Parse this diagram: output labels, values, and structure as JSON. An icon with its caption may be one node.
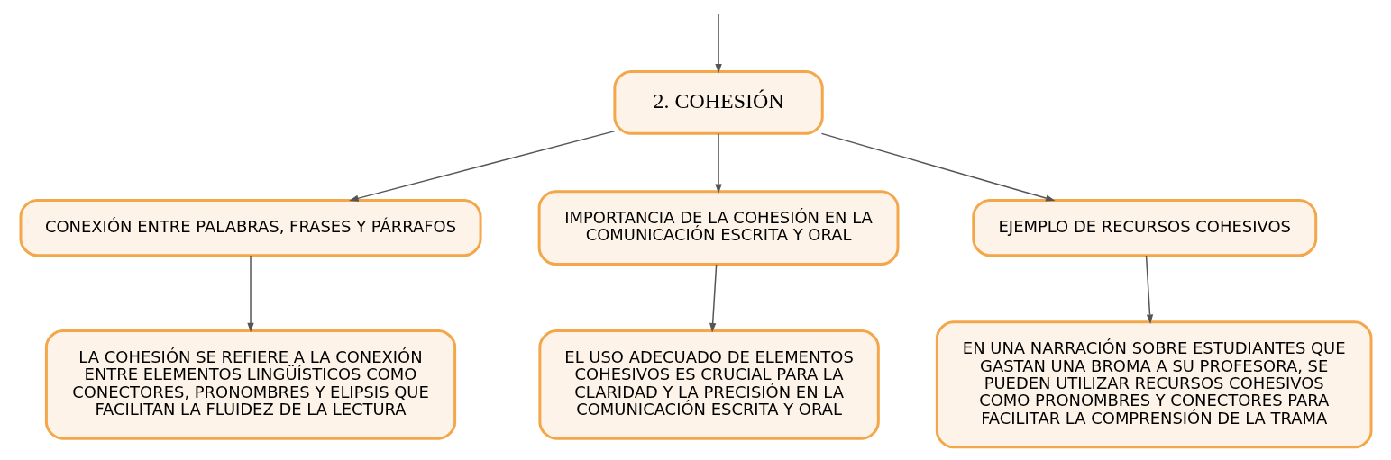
{
  "diagram": {
    "nodes": [
      {
        "text": [
          "2. COHESIÓN"
        ]
      },
      {
        "text": [
          "CONEXIÓN ENTRE PALABRAS, FRASES Y PÁRRAFOS"
        ]
      },
      {
        "text": [
          "IMPORTANCIA DE LA COHESIÓN EN LA COMUNICACIÓN ESCRITA Y ORAL"
        ]
      },
      {
        "text": [
          "EJEMPLO DE RECURSOS COHESIVOS"
        ]
      },
      {
        "text": [
          "LA COHESIÓN SE REFIERE A LA CONEXIÓN ENTRE ELEMENTOS LINGÜÍSTICOS COMO CONECTORES, PRONOMBRES Y ELIPSIS QUE FACILITAN LA FLUIDEZ DE LA LECTURA"
        ]
      },
      {
        "text": [
          "EL USO ADECUADO DE ELEMENTOS COHESIVOS ES CRUCIAL PARA LA CLARIDAD Y LA PRECISIÓN EN LA COMUNICACIÓN ESCRITA Y ORAL"
        ]
      },
      {
        "text": [
          "EN UNA NARRACIÓN SOBRE ESTUDIANTES QUE GASTAN UNA BROMA A SU PROFESORA, SE PUEDEN UTILIZAR RECURSOS COHESIVOS COMO PRONOMBRES Y CONECTORES PARA FACILITAR LA COMPRENSIÓN DE LA TRAMA"
        ]
      }
    ],
    "edges": [
      {
        "from": null,
        "to": 0,
        "arrow": "to"
      },
      {
        "from": 0,
        "to": 1,
        "arrow": "to"
      },
      {
        "from": 0,
        "to": 2,
        "arrow": "to"
      },
      {
        "from": 0,
        "to": 3,
        "arrow": "to"
      },
      {
        "from": 1,
        "to": 4,
        "arrow": "to"
      },
      {
        "from": 2,
        "to": 5,
        "arrow": "to"
      },
      {
        "from": 3,
        "to": 6,
        "arrow": "to"
      }
    ]
  }
}
